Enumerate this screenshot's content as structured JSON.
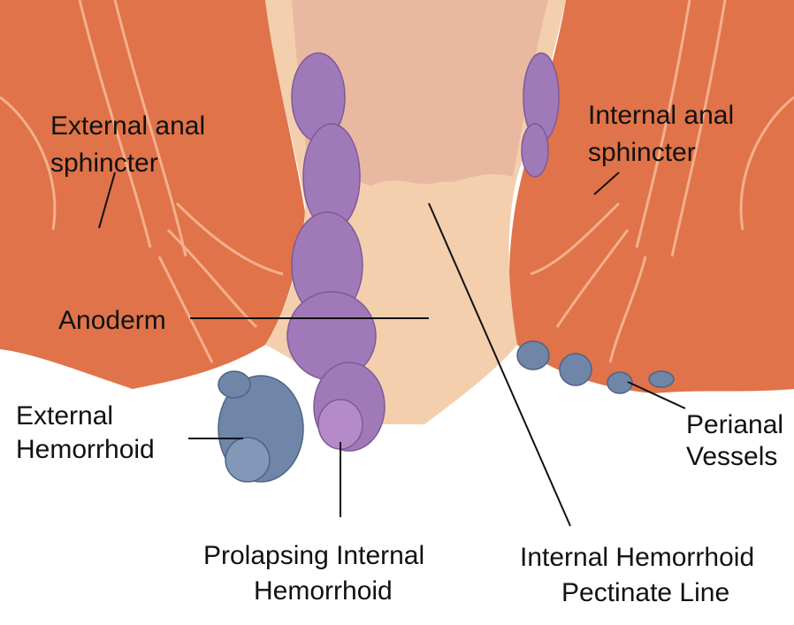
{
  "labels": {
    "external_sphincter": [
      "External anal",
      "sphincter"
    ],
    "internal_sphincter": [
      "Internal anal",
      "sphincter"
    ],
    "anoderm": "Anoderm",
    "external_hemorrhoid": [
      "External",
      "Hemorrhoid"
    ],
    "prolapsing": [
      "Prolapsing Internal",
      "Hemorrhoid"
    ],
    "pectinate": [
      "Internal Hemorrhoid",
      "Pectinate Line"
    ],
    "perianal": [
      "Perianal",
      "Vessels"
    ]
  },
  "colors": {
    "muscle": "#e0734a",
    "muscle_dark": "#c85a36",
    "canal": "#f3cfae",
    "mucosa": "#e8b8a0",
    "internal_hemorrhoid": "#a07ab8",
    "external_hemorrhoid": "#6f86a8"
  }
}
